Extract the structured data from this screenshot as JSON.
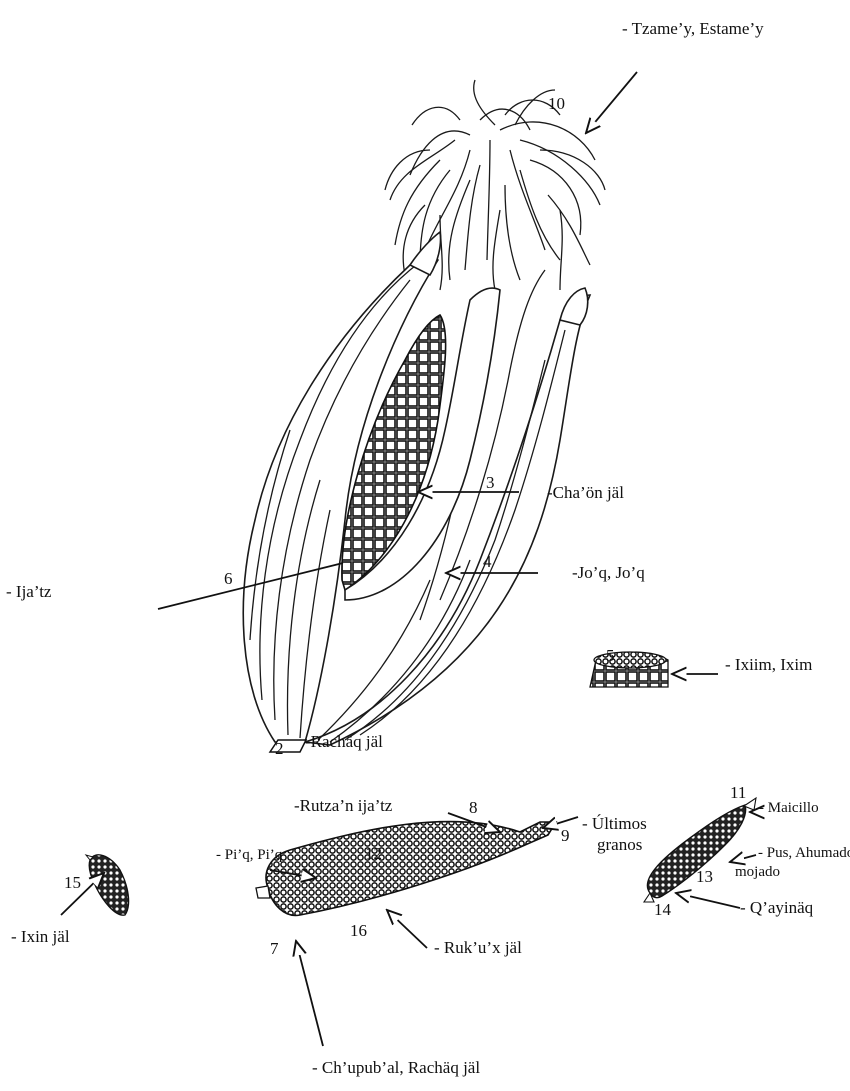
{
  "labels": {
    "l10": "- Tzame’y, Estame’y",
    "l3": "-Cha’ön jäl",
    "l6": "- Ija’tz",
    "l4": "-Jo’q, Jo’q",
    "l5": "- Ixiim, Ixim",
    "l2": "-Rachäq jäl",
    "l8": "-Rutza’n ija’tz",
    "l9a": "- Últimos",
    "l9b": "granos",
    "l12": "- Pi’q, Pi’q",
    "l11": "- Maicillo",
    "l13a": "- Pus, Ahumado/",
    "l13b": "mojado",
    "l14": "- Q’ayinäq",
    "l15": "- Ixin jäl",
    "l16": "- Ruk’u’x jäl",
    "l7": "- Ch’upub’al, Rachäq jäl"
  },
  "numbers": {
    "n2": "2",
    "n3": "3",
    "n4": "4",
    "n5": "5",
    "n6": "6",
    "n7": "7",
    "n8": "8",
    "n9": "9",
    "n10": "10",
    "n11": "11",
    "n12": "12",
    "n13": "13",
    "n14": "14",
    "n15": "15",
    "n16": "16"
  }
}
